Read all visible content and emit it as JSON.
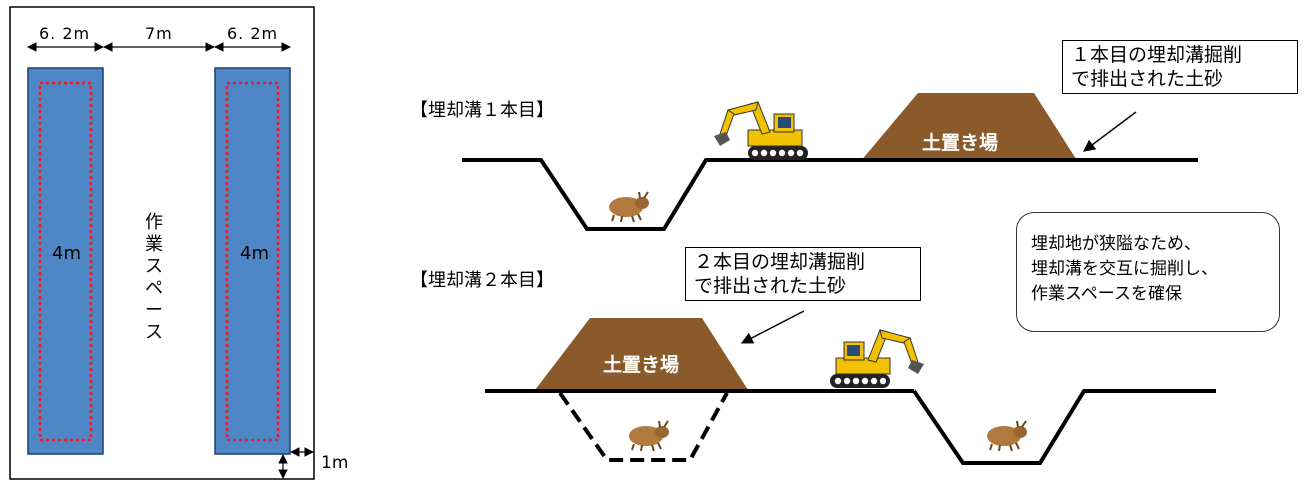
{
  "plan": {
    "dims_top": [
      "6. 2m",
      "7m",
      "6. 2m"
    ],
    "trench_width_left": "4m",
    "trench_width_right": "4m",
    "work_space_chars": [
      "作",
      "業",
      "ス",
      "ペ",
      "ー",
      "ス"
    ],
    "margin_label": "1m",
    "colors": {
      "trench": "#4F86C6",
      "inner_dotted": "#E8192C",
      "border": "#000000"
    }
  },
  "section1": {
    "heading": "【埋却溝１本目】",
    "callout_lines": [
      "１本目の埋却溝掘削",
      "で排出された土砂"
    ],
    "mound_label": "土置き場"
  },
  "section2": {
    "heading": "【埋却溝２本目】",
    "callout_lines": [
      "２本目の埋却溝掘削",
      "で排出された土砂"
    ],
    "mound_label": "土置き場"
  },
  "memo_lines": [
    "埋却地が狭隘なため、",
    "埋却溝を交互に掘削し、",
    "作業スペースを確保"
  ],
  "colors": {
    "soil": "#8B5A2B",
    "excavator": "#F2C200",
    "ground": "#000000"
  }
}
